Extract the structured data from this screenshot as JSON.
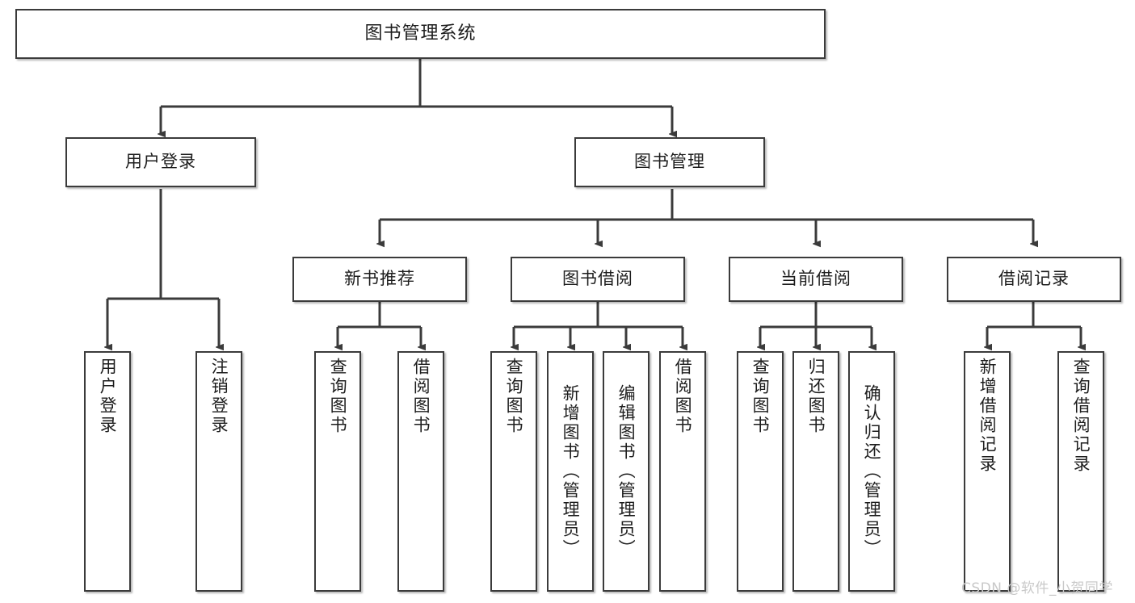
{
  "diagram": {
    "title": "图书管理系统",
    "type": "hierarchy-tree",
    "stroke_color": "#3b3b3b",
    "node_fill": "#ffffff",
    "text_color": "#1d1d1d",
    "background": "#ffffff"
  },
  "root": {
    "label": "图书管理系统"
  },
  "level2": [
    {
      "label": "用户登录"
    },
    {
      "label": "图书管理"
    }
  ],
  "level3": [
    {
      "label": "新书推荐"
    },
    {
      "label": "图书借阅"
    },
    {
      "label": "当前借阅"
    },
    {
      "label": "借阅记录"
    }
  ],
  "leaves": {
    "user_login": [
      {
        "label": "用户登录"
      },
      {
        "label": "注销登录"
      }
    ],
    "new_book_recommend": [
      {
        "label": "查询图书"
      },
      {
        "label": "借阅图书"
      }
    ],
    "book_borrow": [
      {
        "label": "查询图书"
      },
      {
        "label": "新增图书（管理员）"
      },
      {
        "label": "编辑图书（管理员）"
      },
      {
        "label": "借阅图书"
      }
    ],
    "current_borrow": [
      {
        "label": "查询图书"
      },
      {
        "label": "归还图书"
      },
      {
        "label": "确认归还（管理员）"
      }
    ],
    "borrow_record": [
      {
        "label": "新增借阅记录"
      },
      {
        "label": "查询借阅记录"
      }
    ]
  },
  "watermark": {
    "text": "CSDN @软件_小贺同学",
    "color": "#c9c9c9"
  }
}
